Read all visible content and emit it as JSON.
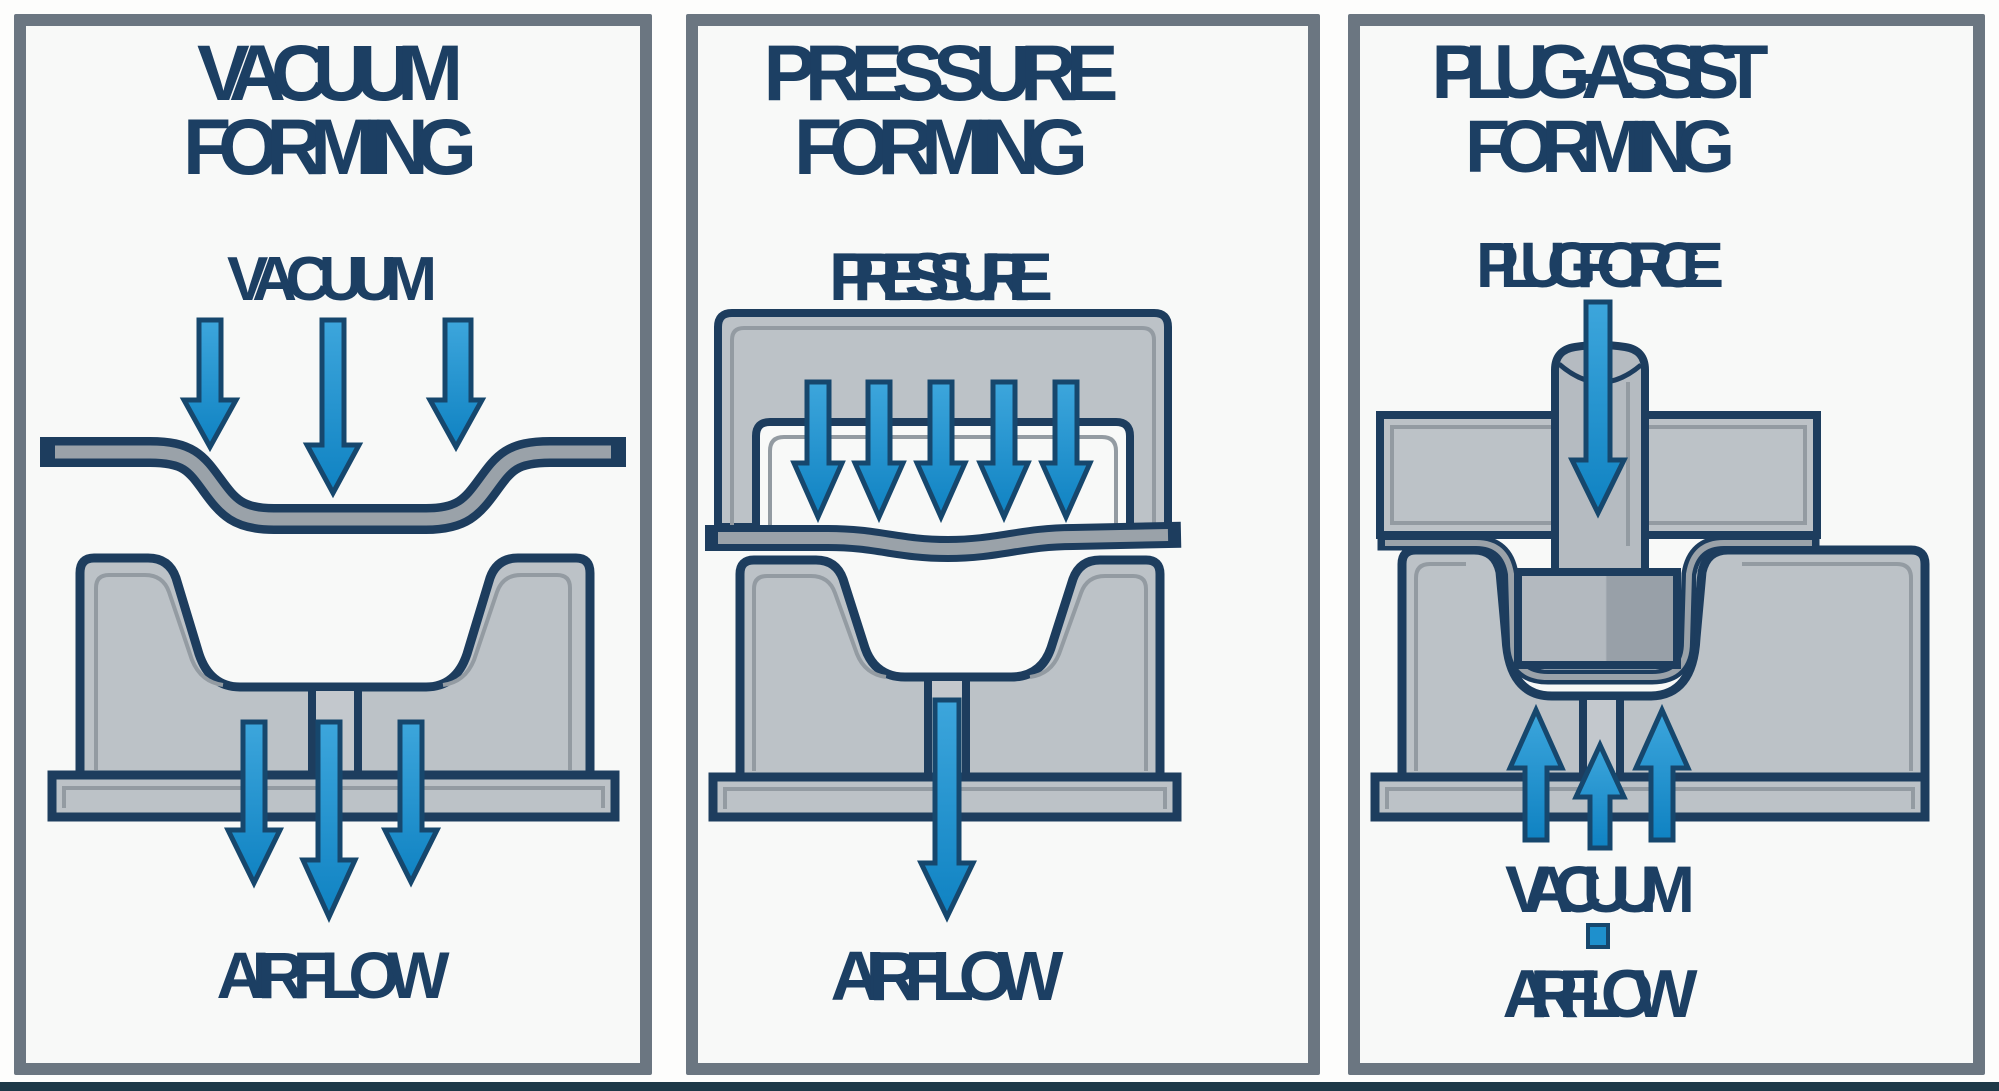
{
  "colors": {
    "title_navy": "#1c3f63",
    "arrow_blue": "#1e90cd",
    "arrow_blue_light": "#3da6dc",
    "arrow_outline": "#16476d",
    "mold_gray": "#bcc2c7",
    "mold_outline": "#1d3d5e",
    "detail_gray": "#939ba2",
    "sheet_core_gray": "#9aa2a9",
    "panel_border_gray": "#6b7681",
    "panel_background": "#f8f9f8",
    "bottom_bar_navy": "#1d3847"
  },
  "panels": [
    {
      "id": "vacuum-forming",
      "title_line1": "VACUUM",
      "title_line2": "FORMING",
      "force_label": "VACUUM",
      "airflow_label": "AIRFLOW"
    },
    {
      "id": "pressure-forming",
      "title_line1": "PRESSURE",
      "title_line2": "FORMING",
      "force_label": "PRESSURE",
      "airflow_label": "AIRFLOW"
    },
    {
      "id": "plug-assist-forming",
      "title_line1": "PLUG-ASSIST",
      "title_line2": "FORMING",
      "force_label": "PLUG FORCE",
      "vacuum_label": "VACUUM",
      "airflow_label": "AIRFLOW"
    }
  ]
}
